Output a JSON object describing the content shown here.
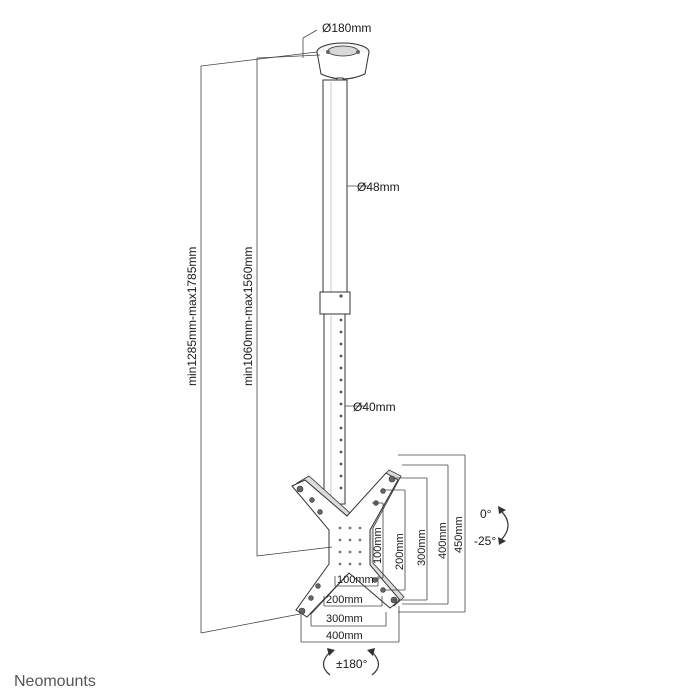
{
  "labels": {
    "plate_diameter": "Ø180mm",
    "upper_pole_diameter": "Ø48mm",
    "lower_pole_diameter": "Ø40mm",
    "total_height": "min1285mm-max1785mm",
    "pole_height": "min1060mm-max1560mm",
    "vertical_spacings": [
      "100mm",
      "200mm",
      "300mm",
      "400mm",
      "450mm"
    ],
    "horizontal_spacings": [
      "100mm",
      "200mm",
      "300mm",
      "400mm"
    ],
    "tilt_top": "0°",
    "tilt_bottom": "-25°",
    "rotation": "±180°"
  },
  "brand": {
    "name": "Neomounts"
  },
  "colors": {
    "line": "#444444",
    "part_fill": "#ffffff",
    "part_shade": "#dcdcdc",
    "brand_text": "#555555"
  }
}
